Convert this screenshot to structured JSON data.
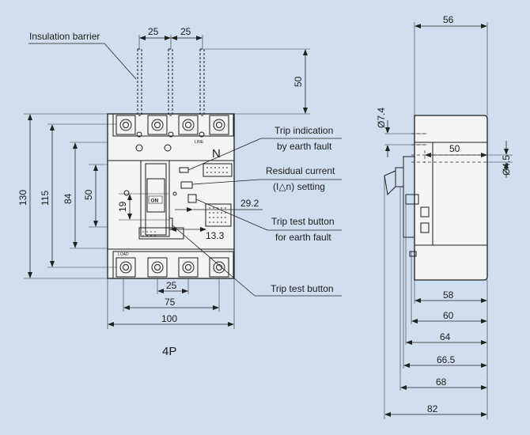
{
  "labels": {
    "insulation_barrier": "Insulation barrier",
    "trip_indication_1": "Trip indication",
    "trip_indication_2": "by earth fault",
    "residual_current_1": "Residual current",
    "residual_current_2": "(I△n) setting",
    "trip_test_earth_1": "Trip test button",
    "trip_test_earth_2": "for earth fault",
    "trip_test_button": "Trip test button",
    "pole_label": "N",
    "on_label": "ON",
    "line_label": "LINE",
    "load_label": "LOAD",
    "model_label": "4P"
  },
  "front_dims": {
    "pitch_top_1": "25",
    "pitch_top_2": "25",
    "barrier_height": "50",
    "height_130": "130",
    "height_115": "115",
    "height_84": "84",
    "height_50": "50",
    "height_19": "19",
    "dim_29_2": "29.2",
    "dim_13_3": "13.3",
    "pitch_bottom": "25",
    "width_75": "75",
    "width_100": "100"
  },
  "side_dims": {
    "width_56": "56",
    "dia_7_4": "Ø7.4",
    "dim_50": "50",
    "dia_4_5": "Ø4.5",
    "depth_58": "58",
    "depth_60": "60",
    "depth_64": "64",
    "depth_66_5": "66.5",
    "depth_68": "68",
    "depth_82": "82"
  }
}
